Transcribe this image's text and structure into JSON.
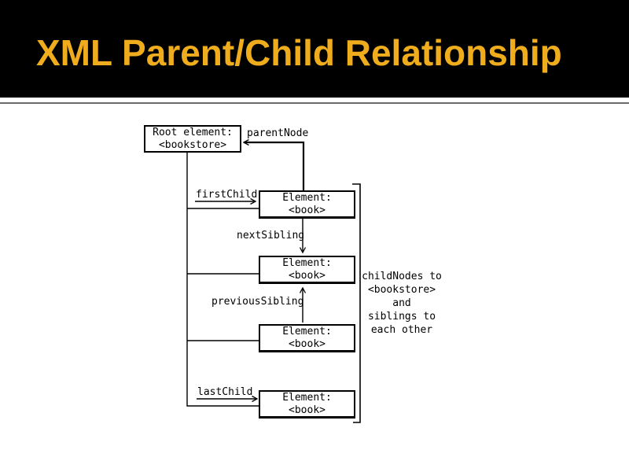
{
  "slide": {
    "title": "XML Parent/Child Relationship",
    "title_color": "#EFAC1D",
    "header_bg": "#000000",
    "divider_color": "#6B6B6B",
    "line_color": "#000000"
  },
  "diagram": {
    "root_box": {
      "line1": "Root element:",
      "line2": "<bookstore>"
    },
    "element_boxes": [
      {
        "line1": "Element:",
        "line2": "<book>"
      },
      {
        "line1": "Element:",
        "line2": "<book>"
      },
      {
        "line1": "Element:",
        "line2": "<book>"
      },
      {
        "line1": "Element:",
        "line2": "<book>"
      }
    ],
    "labels": {
      "parent_node": "parentNode",
      "first_child": "firstChild",
      "next_sibling": "nextSibling",
      "previous_sibling": "previousSibling",
      "last_child": "lastChild"
    },
    "side_note": {
      "lines": [
        "childNodes to",
        "<bookstore>",
        "and",
        "siblings to",
        "each other"
      ]
    }
  }
}
